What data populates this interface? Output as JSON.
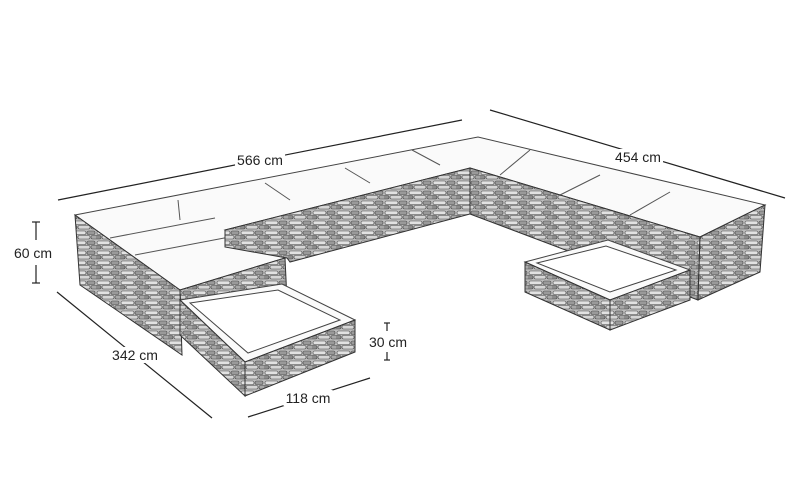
{
  "dimensions": {
    "total_length": "566 cm",
    "total_depth": "454 cm",
    "height_tall": "60 cm",
    "left_depth": "342 cm",
    "height_low": "30 cm",
    "small_bed_width": "118 cm"
  },
  "colors": {
    "stone_light": "#cfcfcf",
    "stone_dark": "#555555",
    "line": "#222222"
  }
}
